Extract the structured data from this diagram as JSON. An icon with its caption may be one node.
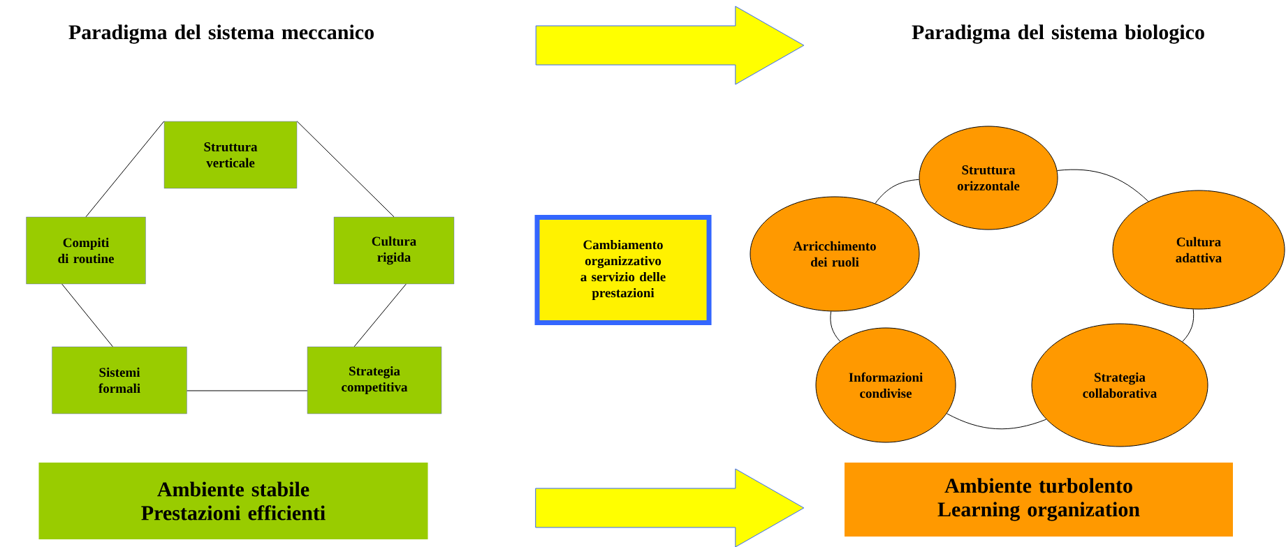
{
  "diagram": {
    "nodes": [
      {
        "text": [
          "Paradigma del sistema meccanico"
        ]
      },
      {
        "text": [
          "Paradigma del sistema biologico"
        ]
      },
      {
        "text": [
          "Struttura verticale"
        ]
      },
      {
        "text": [
          "Compiti di routine"
        ]
      },
      {
        "text": [
          "Cultura rigida"
        ]
      },
      {
        "text": [
          "Sistemi formali"
        ]
      },
      {
        "text": [
          "Strategia competitiva"
        ]
      },
      {
        "text": [
          "Cambiamento organizzativo a servizio delle prestazioni"
        ]
      },
      {
        "text": [
          "Struttura orizzontale"
        ]
      },
      {
        "text": [
          "Arricchimento dei ruoli"
        ]
      },
      {
        "text": [
          "Cultura adattiva"
        ]
      },
      {
        "text": [
          "Informazioni condivise"
        ]
      },
      {
        "text": [
          "Strategia collaborativa"
        ]
      },
      {
        "text": [
          "Ambiente stabile Prestazioni efficienti"
        ]
      },
      {
        "text": [
          "Ambiente turbolento Learning organization"
        ]
      }
    ],
    "edges": [
      {
        "from": 0,
        "to": 1,
        "arrow": "to",
        "color": "#ffff00"
      },
      {
        "from": 2,
        "to": 3,
        "arrow": "none"
      },
      {
        "from": 2,
        "to": 4,
        "arrow": "none"
      },
      {
        "from": 3,
        "to": 5,
        "arrow": "none"
      },
      {
        "from": 4,
        "to": 6,
        "arrow": "none"
      },
      {
        "from": 5,
        "to": 6,
        "arrow": "none"
      },
      {
        "from": 8,
        "to": 10,
        "arrow": "none"
      },
      {
        "from": 10,
        "to": 12,
        "arrow": "none"
      },
      {
        "from": 12,
        "to": 11,
        "arrow": "none"
      },
      {
        "from": 11,
        "to": 9,
        "arrow": "none"
      },
      {
        "from": 9,
        "to": 8,
        "arrow": "none"
      },
      {
        "from": 13,
        "to": 14,
        "arrow": "to",
        "color": "#ffff00"
      }
    ]
  }
}
